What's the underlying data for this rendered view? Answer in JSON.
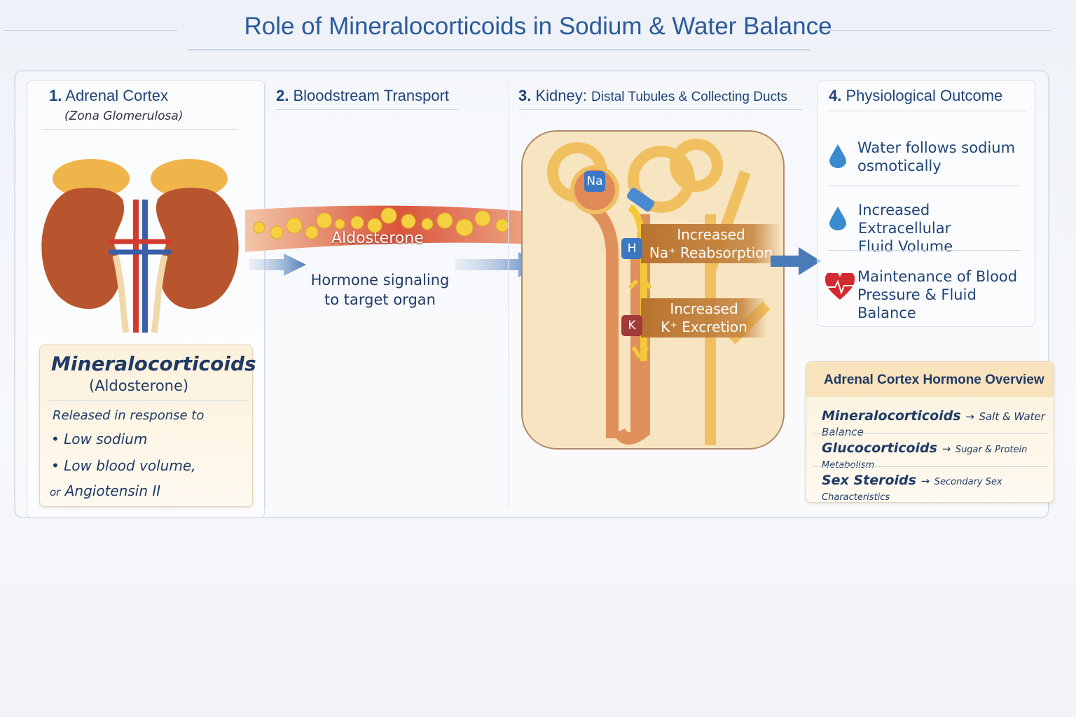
{
  "title": "Role of Mineralocorticoids in Sodium & Water Balance",
  "panels": [
    {
      "num": "1.",
      "title": "Adrenal Cortex",
      "subtitle": "(Zona Glomerulosa)"
    },
    {
      "num": "2.",
      "title": "Bloodstream Transport"
    },
    {
      "num": "3.",
      "title": "Kidney:",
      "title2": "Distal Tubules & Collecting Ducts"
    },
    {
      "num": "4.",
      "title": "Physiological Outcome"
    }
  ],
  "mineralo_card": {
    "title": "Mineralocorticoids",
    "subtitle": "(Aldosterone)",
    "intro": "Released in response to",
    "bullets": [
      "Low sodium",
      "Low blood volume,"
    ],
    "or": "or",
    "last": "Angiotensin II"
  },
  "bloodstream": {
    "vessel_label": "Aldosterone",
    "caption1": "Hormone signaling",
    "caption2": "to target organ"
  },
  "kidney": {
    "ion_na": "Na",
    "ion_h": "H",
    "ion_k": "K",
    "tag1_line1": "Increased",
    "tag1_line2": "Na⁺ Reabsorption",
    "tag2_line1": "Increased",
    "tag2_line2": "K⁺ Excretion"
  },
  "outcomes": [
    {
      "icon": "water-drop-icon",
      "line1": "Water follows sodium",
      "line2": "osmotically"
    },
    {
      "icon": "water-drop-icon",
      "line1": "Increased Extracellular",
      "line2": "Fluid Volume"
    },
    {
      "icon": "heart-pulse-icon",
      "line1": "Maintenance of Blood",
      "line2": "Pressure & Fluid Balance"
    }
  ],
  "overview": {
    "title": "Adrenal Cortex Hormone Overview",
    "rows": [
      {
        "name": "Mineralocorticoids",
        "arrow": "→",
        "desc": "Salt & Water Balance"
      },
      {
        "name": "Glucocorticoids",
        "arrow": "→",
        "desc": "Sugar & Protein Metabolism"
      },
      {
        "name": "Sex Steroids",
        "arrow": "→",
        "desc": "Secondary Sex Characteristics"
      }
    ]
  },
  "colors": {
    "title": "#2a5a9a",
    "accent_arrow": "#4a7ab8",
    "vessel": "#d9553a",
    "tag": "#b8732f"
  }
}
